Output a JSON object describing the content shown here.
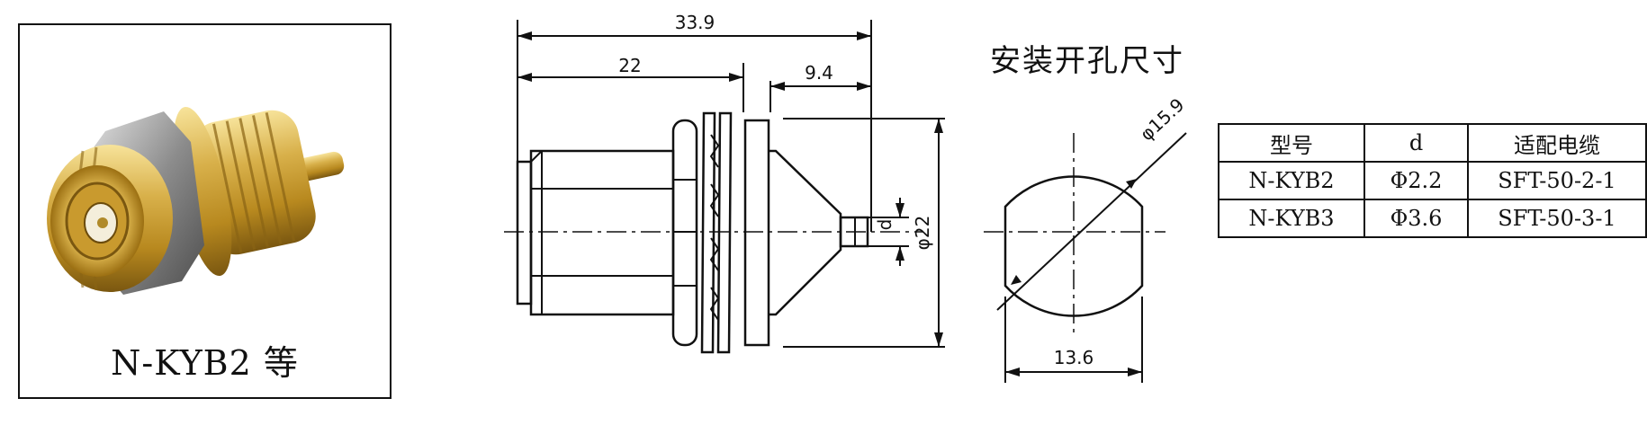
{
  "photo": {
    "caption": "N-KYB2 等"
  },
  "drawing": {
    "dim_overall": "33.9",
    "dim_body": "22",
    "dim_pin": "9.4",
    "dim_height": "φ22",
    "dim_pin_dia": "d"
  },
  "cutout": {
    "title": "安装开孔尺寸",
    "dim_diameter": "φ15.9",
    "dim_width": "13.6"
  },
  "table": {
    "headers": [
      "型号",
      "d",
      "适配电缆"
    ],
    "rows": [
      [
        "N-KYB2",
        "Φ2.2",
        "SFT-50-2-1"
      ],
      [
        "N-KYB3",
        "Φ3.6",
        "SFT-50-3-1"
      ]
    ]
  },
  "colors": {
    "line": "#111111",
    "gold": "#c9a13a",
    "nut": "#8a8a8a"
  },
  "icons": [
    "connector-photo-icon"
  ]
}
